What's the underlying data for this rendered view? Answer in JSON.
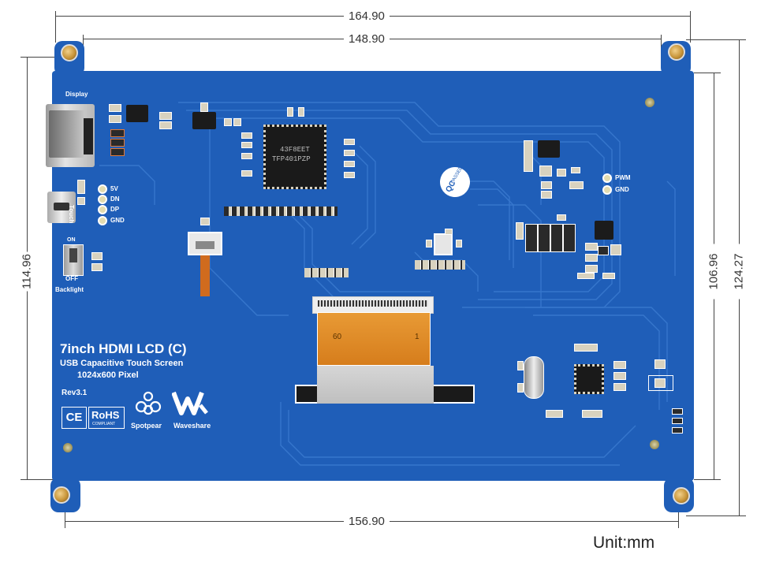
{
  "dimensions": {
    "top_outer": "164.90",
    "top_inner": "148.90",
    "bottom": "156.90",
    "left": "114.96",
    "right_inner": "106.96",
    "right_outer": "124.27"
  },
  "unit_label": "Unit:mm",
  "board": {
    "title": "7inch HDMI LCD (C)",
    "subtitle": "USB Capacitive Touch Screen",
    "resolution": "1024x600 Pixel",
    "revision": "Rev3.1",
    "display_label": "Display",
    "touch_label": "Touch",
    "usb_pins": [
      "5V",
      "DN",
      "DP",
      "GND"
    ],
    "switch_on": "ON",
    "switch_off": "OFF",
    "backlight_label": "Backlight",
    "pwm_pins": [
      "PWM",
      "GND"
    ],
    "chip_line1": "43F8EET",
    "chip_line2": "TFP401PZP",
    "qc_text": "QC",
    "qc_sub": "PASSED",
    "ribbon_left": "60",
    "ribbon_right": "1",
    "ce_mark": "CE",
    "rohs_mark": "RoHS",
    "rohs_sub": "COMPLIANT",
    "spotpear": "Spotpear",
    "waveshare": "Waveshare"
  },
  "colors": {
    "pcb": "#1f5eb8",
    "copper": "#c8953a",
    "ribbon": "#e08a22"
  }
}
